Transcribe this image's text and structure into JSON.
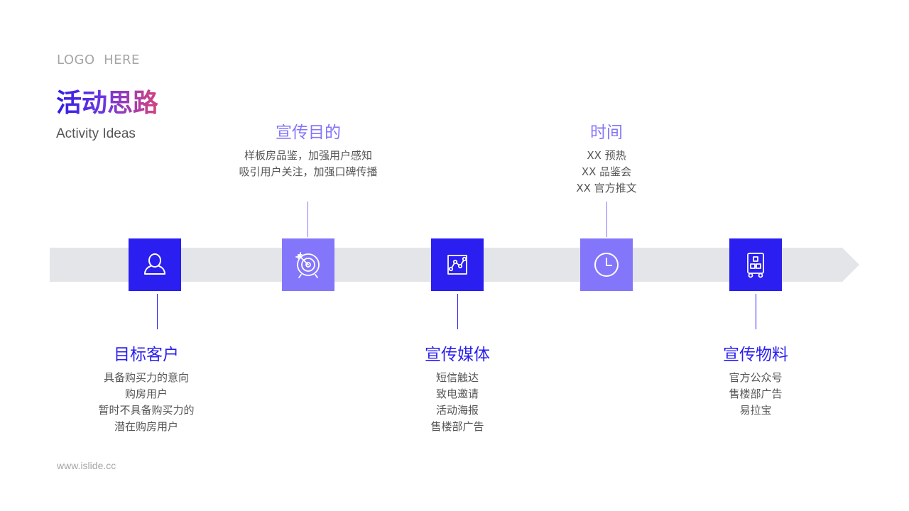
{
  "header": {
    "logo_text": "LOGO  HERE",
    "title": "活动思路",
    "subtitle": "Activity Ideas"
  },
  "footer": {
    "url_text": "www.islide.cc"
  },
  "colors": {
    "primary": "#2a1ef0",
    "secondary": "#8476fb",
    "track": "#e4e5e9",
    "body_text": "#555555",
    "muted": "#a6a6a6"
  },
  "steps": [
    {
      "icon": "user-icon",
      "title": "目标客户",
      "lines": [
        "具备购买力的意向",
        "购房用户",
        "暂时不具备购买力的",
        "潜在购房用户"
      ]
    },
    {
      "icon": "target-icon",
      "title": "宣传目的",
      "lines": [
        "样板房品鉴，加强用户感知",
        "吸引用户关注，加强口碑传播"
      ]
    },
    {
      "icon": "chart-icon",
      "title": "宣传媒体",
      "lines": [
        "短信触达",
        "致电邀请",
        "活动海报",
        "售楼部广告"
      ]
    },
    {
      "icon": "clock-icon",
      "title": "时间",
      "lines": [
        "XX 预热",
        "XX 品鉴会",
        "XX 官方推文"
      ]
    },
    {
      "icon": "building-icon",
      "title": "宣传物料",
      "lines": [
        "官方公众号",
        "售楼部广告",
        "易拉宝"
      ]
    }
  ]
}
